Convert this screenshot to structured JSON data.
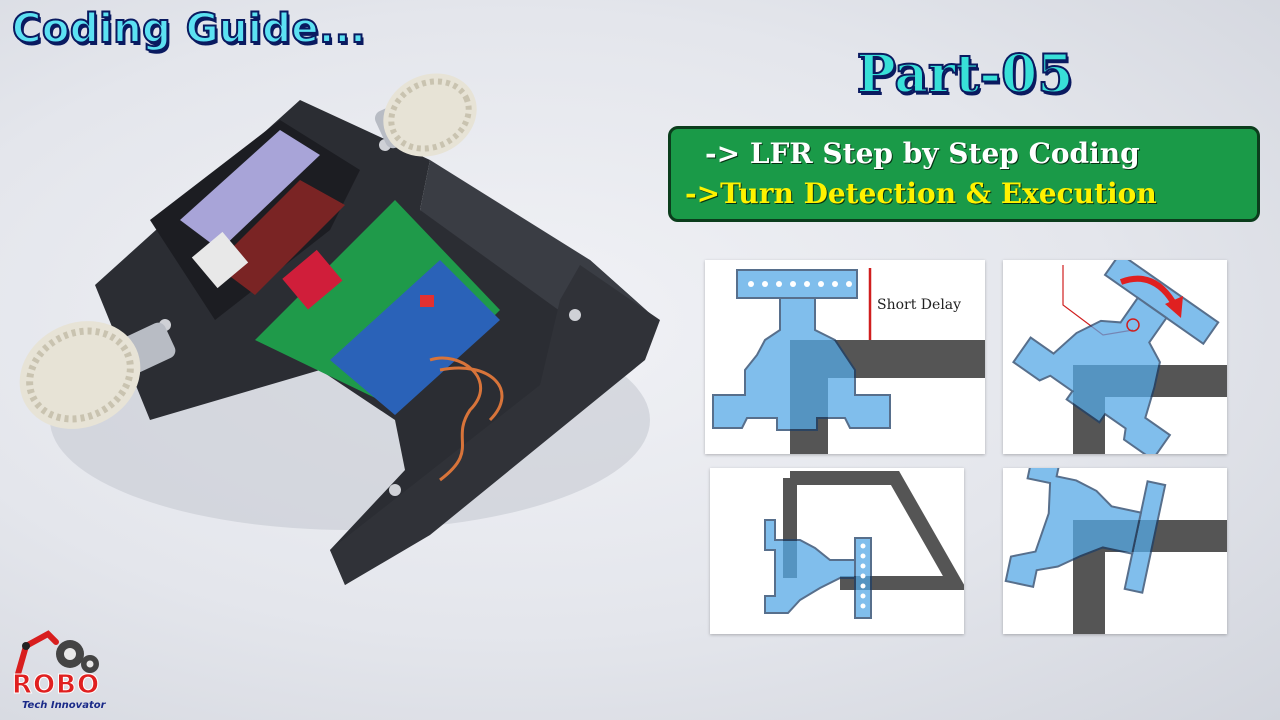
{
  "header": {
    "series_title": "Coding Guide...",
    "part_label": "Part-05"
  },
  "banner": {
    "line1": "-> LFR Step by Step Coding",
    "line2": "->Turn Detection & Execution"
  },
  "diagrams": {
    "panel1_label": "Short Delay"
  },
  "logo": {
    "name": "ROBO",
    "tagline": "Tech Innovator"
  },
  "colors": {
    "robot_body": "#56a9e6",
    "track": "#555555",
    "banner_green": "#1a9a48",
    "title_cyan": "#5ce1f2",
    "arrow_red": "#e02020"
  }
}
